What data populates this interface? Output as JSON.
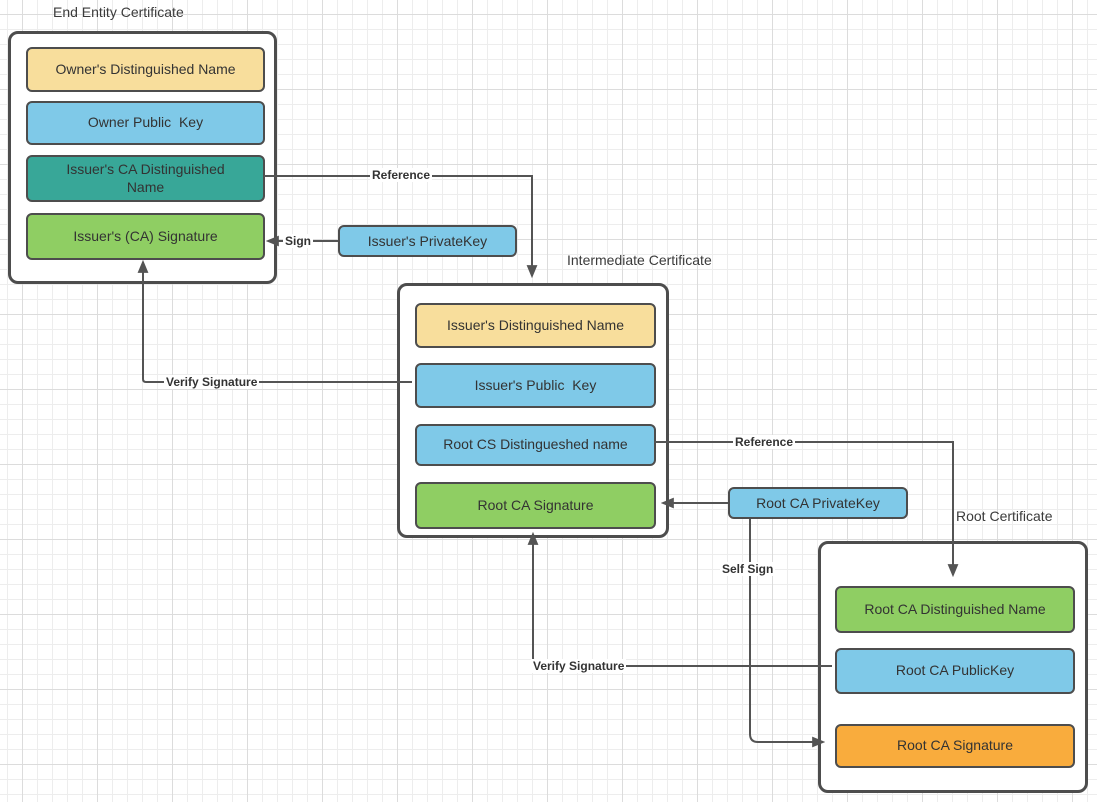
{
  "diagram": {
    "certificates": [
      {
        "title": "End Entity Certificate",
        "fields": [
          {
            "label": "Owner's Distinguished Name",
            "color": "#F8DE9C"
          },
          {
            "label": "Owner Public  Key",
            "color": "#7FC9E8"
          },
          {
            "label": "Issuer's CA Distinguished\nName",
            "color": "#38A798"
          },
          {
            "label": "Issuer's (CA) Signature",
            "color": "#8FCE63"
          }
        ]
      },
      {
        "title": "Intermediate Certificate",
        "fields": [
          {
            "label": "Issuer's Distinguished Name",
            "color": "#F8DE9C"
          },
          {
            "label": "Issuer's Public  Key",
            "color": "#7FC9E8"
          },
          {
            "label": "Root CS Distingueshed name",
            "color": "#7FC9E8"
          },
          {
            "label": "Root CA Signature",
            "color": "#8FCE63"
          }
        ]
      },
      {
        "title": "Root Certificate",
        "fields": [
          {
            "label": "Root CA Distinguished Name",
            "color": "#8FCE63"
          },
          {
            "label": "Root CA PublicKey",
            "color": "#7FC9E8"
          },
          {
            "label": "Root CA Signature",
            "color": "#F9AC3D"
          }
        ]
      }
    ],
    "keys": [
      {
        "label": "Issuer's PrivateKey",
        "color": "#7FC9E8"
      },
      {
        "label": "Root CA PrivateKey",
        "color": "#7FC9E8"
      }
    ],
    "edges": [
      {
        "label": "Reference"
      },
      {
        "label": "Sign"
      },
      {
        "label": "Verify Signature"
      },
      {
        "label": "Reference"
      },
      {
        "label": "Self Sign"
      },
      {
        "label": "Verify Signature"
      }
    ],
    "colors": {
      "box_border": "#4D4D4D",
      "arrow": "#545454",
      "text": "#333333",
      "grid_minor": "#EDEDED",
      "grid_major": "#DCDCDC",
      "background": "#FFFFFF"
    }
  }
}
